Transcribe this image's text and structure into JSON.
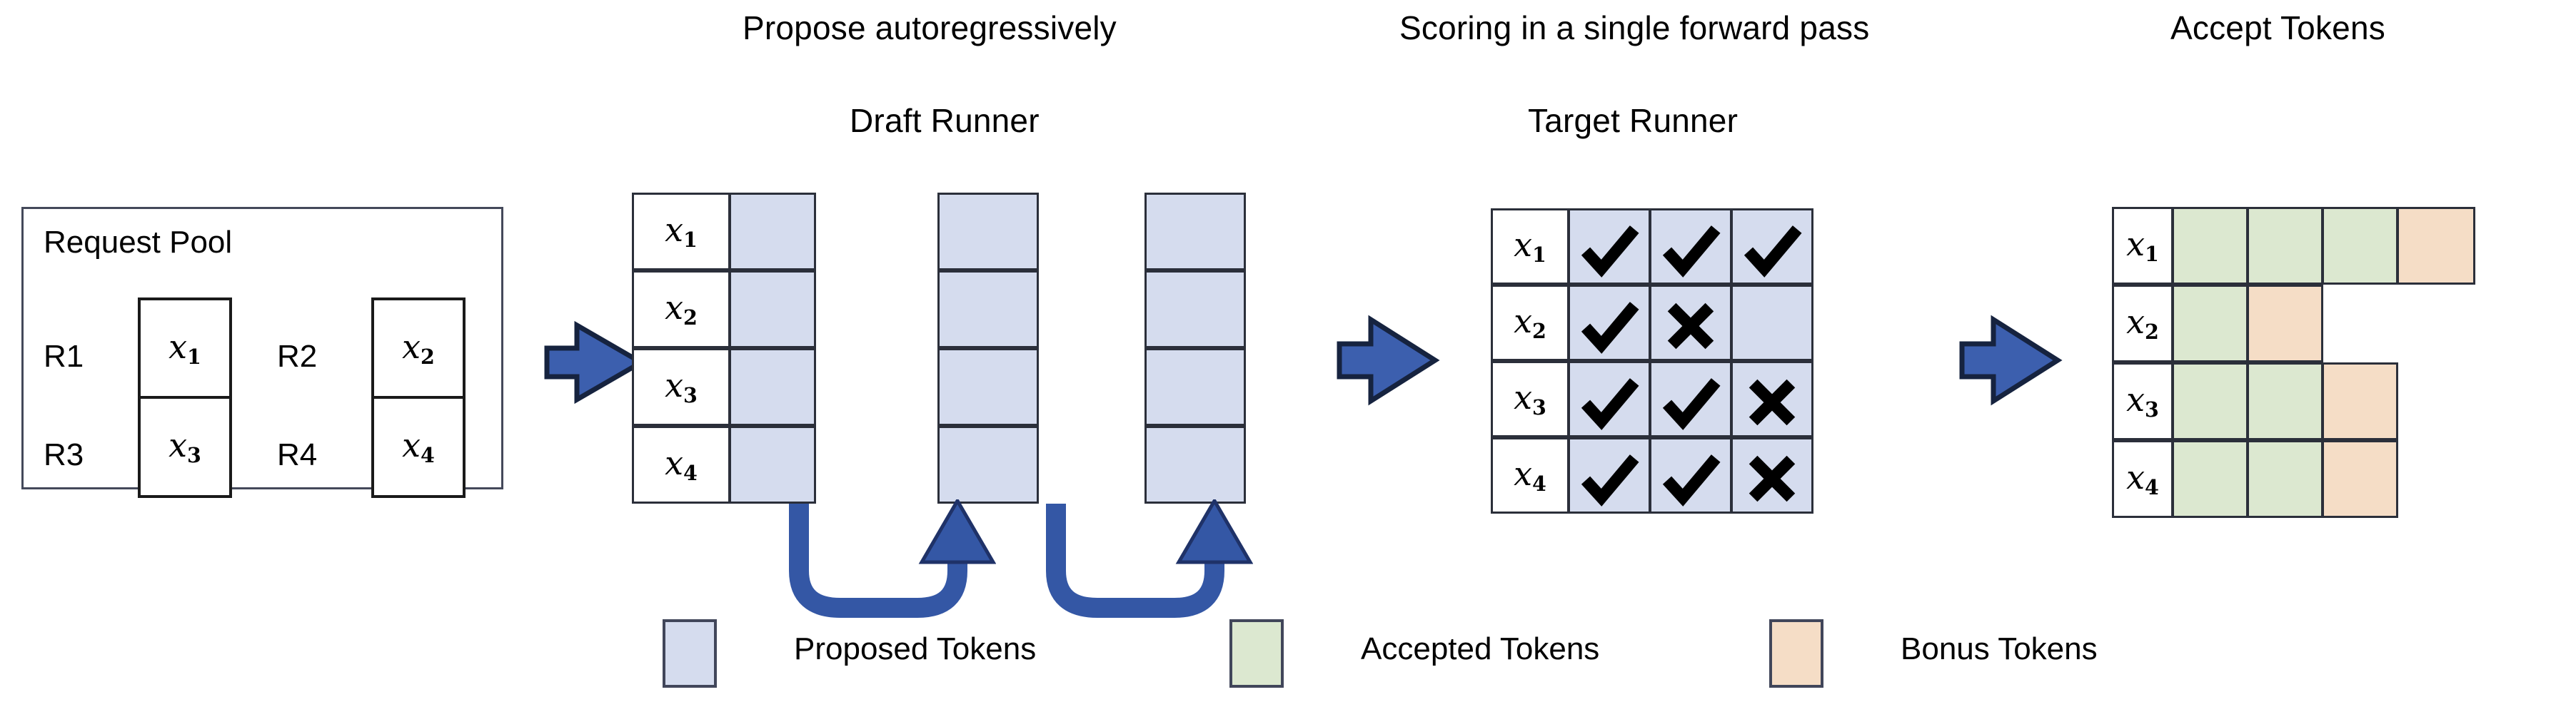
{
  "figure": {
    "sections": [
      {
        "title": "Propose autoregressively",
        "subtitle": "Draft Runner"
      },
      {
        "title": "Scoring in a single forward pass",
        "subtitle": "Target Runner"
      },
      {
        "title": "Accept Tokens",
        "subtitle": ""
      }
    ]
  },
  "request_pool": {
    "title": "Request Pool",
    "entries": [
      {
        "label": "R1",
        "token": "x",
        "index": "1"
      },
      {
        "label": "R2",
        "token": "x",
        "index": "2"
      },
      {
        "label": "R3",
        "token": "x",
        "index": "3"
      },
      {
        "label": "R4",
        "token": "x",
        "index": "4"
      }
    ]
  },
  "draft_runner": {
    "row_labels": [
      {
        "token": "x",
        "index": "1"
      },
      {
        "token": "x",
        "index": "2"
      },
      {
        "token": "x",
        "index": "3"
      },
      {
        "token": "x",
        "index": "4"
      }
    ],
    "steps": 3,
    "cell_fill": "proposed",
    "loop_arrow_count": 2
  },
  "target_runner": {
    "row_labels": [
      {
        "token": "x",
        "index": "1"
      },
      {
        "token": "x",
        "index": "2"
      },
      {
        "token": "x",
        "index": "3"
      },
      {
        "token": "x",
        "index": "4"
      }
    ],
    "rows": [
      {
        "marks": [
          "check",
          "check",
          "check"
        ]
      },
      {
        "marks": [
          "check",
          "cross",
          "blank"
        ]
      },
      {
        "marks": [
          "check",
          "check",
          "cross"
        ]
      },
      {
        "marks": [
          "check",
          "check",
          "cross"
        ]
      }
    ],
    "glyphs": {
      "check": "✔",
      "cross": "✘"
    }
  },
  "accept_tokens": {
    "row_labels": [
      {
        "token": "x",
        "index": "1"
      },
      {
        "token": "x",
        "index": "2"
      },
      {
        "token": "x",
        "index": "3"
      },
      {
        "token": "x",
        "index": "4"
      }
    ],
    "rows": [
      {
        "cells": [
          "accepted",
          "accepted",
          "accepted",
          "bonus"
        ]
      },
      {
        "cells": [
          "accepted",
          "bonus"
        ]
      },
      {
        "cells": [
          "accepted",
          "accepted",
          "bonus"
        ]
      },
      {
        "cells": [
          "accepted",
          "accepted",
          "bonus"
        ]
      }
    ]
  },
  "legend": {
    "items": [
      {
        "label": "Proposed Tokens",
        "kind": "proposed"
      },
      {
        "label": "Accepted Tokens",
        "kind": "accepted"
      },
      {
        "label": "Bonus Tokens",
        "kind": "bonus"
      }
    ]
  },
  "colors": {
    "proposed": "#d5dcee",
    "accepted": "#dce8d0",
    "bonus": "#f5ddc6",
    "arrow_fill": "#3c5fae",
    "arrow_stroke": "#1f3268",
    "border": "#2b2f3a",
    "background": "#ffffff"
  }
}
